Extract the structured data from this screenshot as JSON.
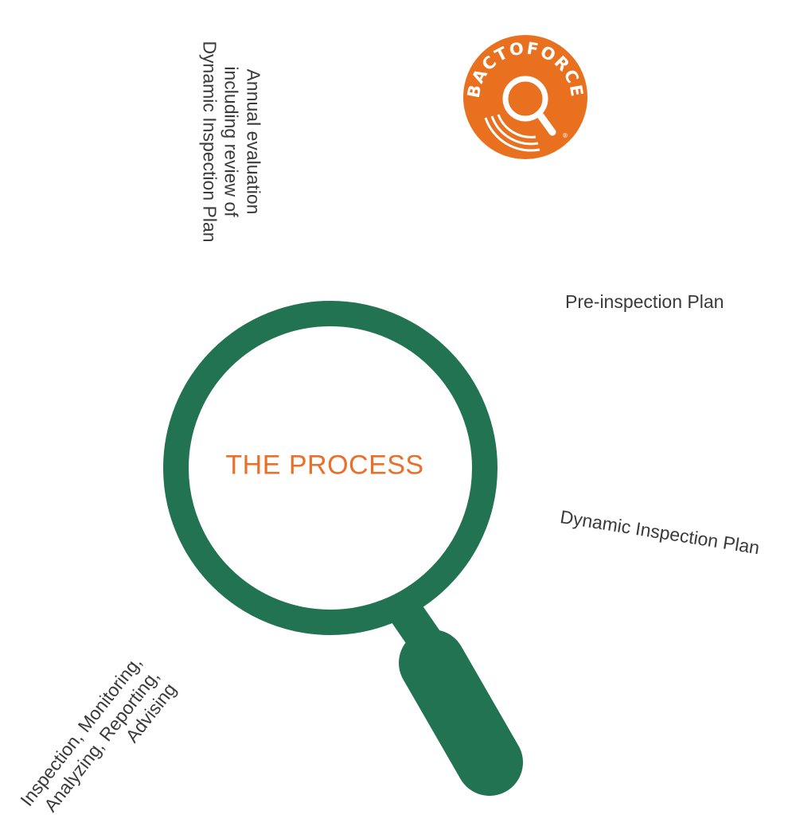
{
  "center": {
    "title": "THE PROCESS"
  },
  "logo": {
    "text": "BACTOFORCE",
    "registered": "®",
    "color": "#e8701e"
  },
  "steps": {
    "annual": [
      "Annual evaluation",
      "including review of",
      "Dynamic Inspection Plan"
    ],
    "pre_inspection": "Pre-inspection Plan",
    "dynamic_plan": "Dynamic Inspection Plan",
    "inspection": [
      "Inspection, Monitoring,",
      "Analyzing, Reporting,",
      "Advising"
    ]
  },
  "colors": {
    "magnifier": "#217352",
    "title": "#e8702a",
    "text": "#3a3a3a"
  }
}
